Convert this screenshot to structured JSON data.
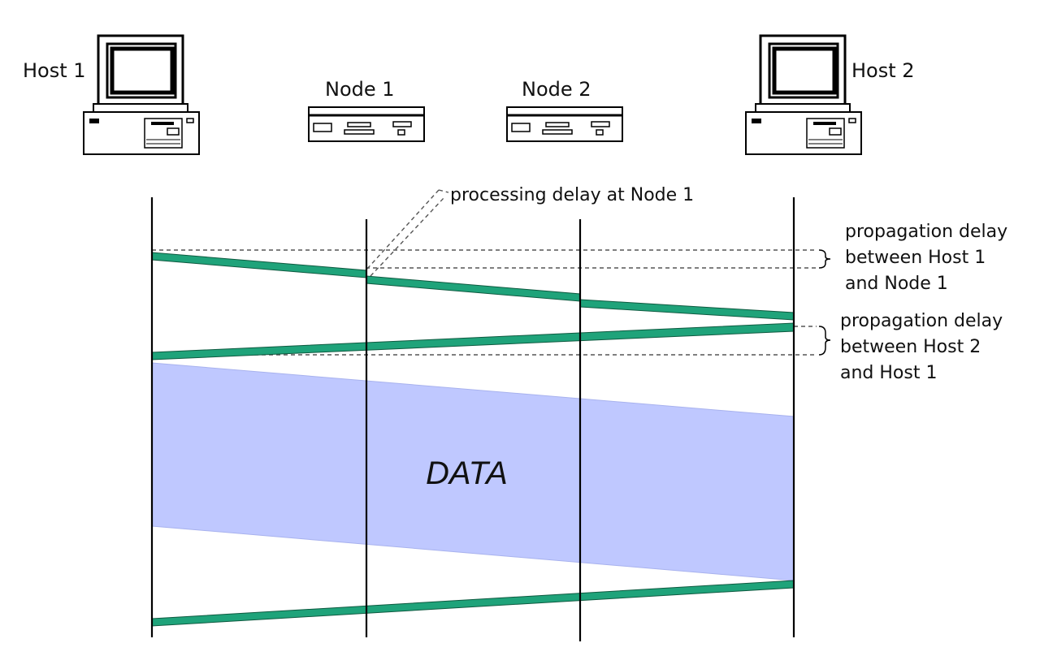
{
  "labels": {
    "host1": "Host 1",
    "host2": "Host 2",
    "node1": "Node 1",
    "node2": "Node 2"
  },
  "annotations": {
    "processing": "processing delay at Node 1",
    "prop1": [
      "propagation delay",
      "between Host 1",
      "and Node 1"
    ],
    "prop2": [
      "propagation delay",
      "between Host 2",
      "and Host 1"
    ]
  },
  "data_label": "DATA",
  "colors": {
    "signal": "#1fa37a",
    "signal_edge": "#0e5a40",
    "data_fill": "#bfc8ff",
    "line": "#000000"
  }
}
